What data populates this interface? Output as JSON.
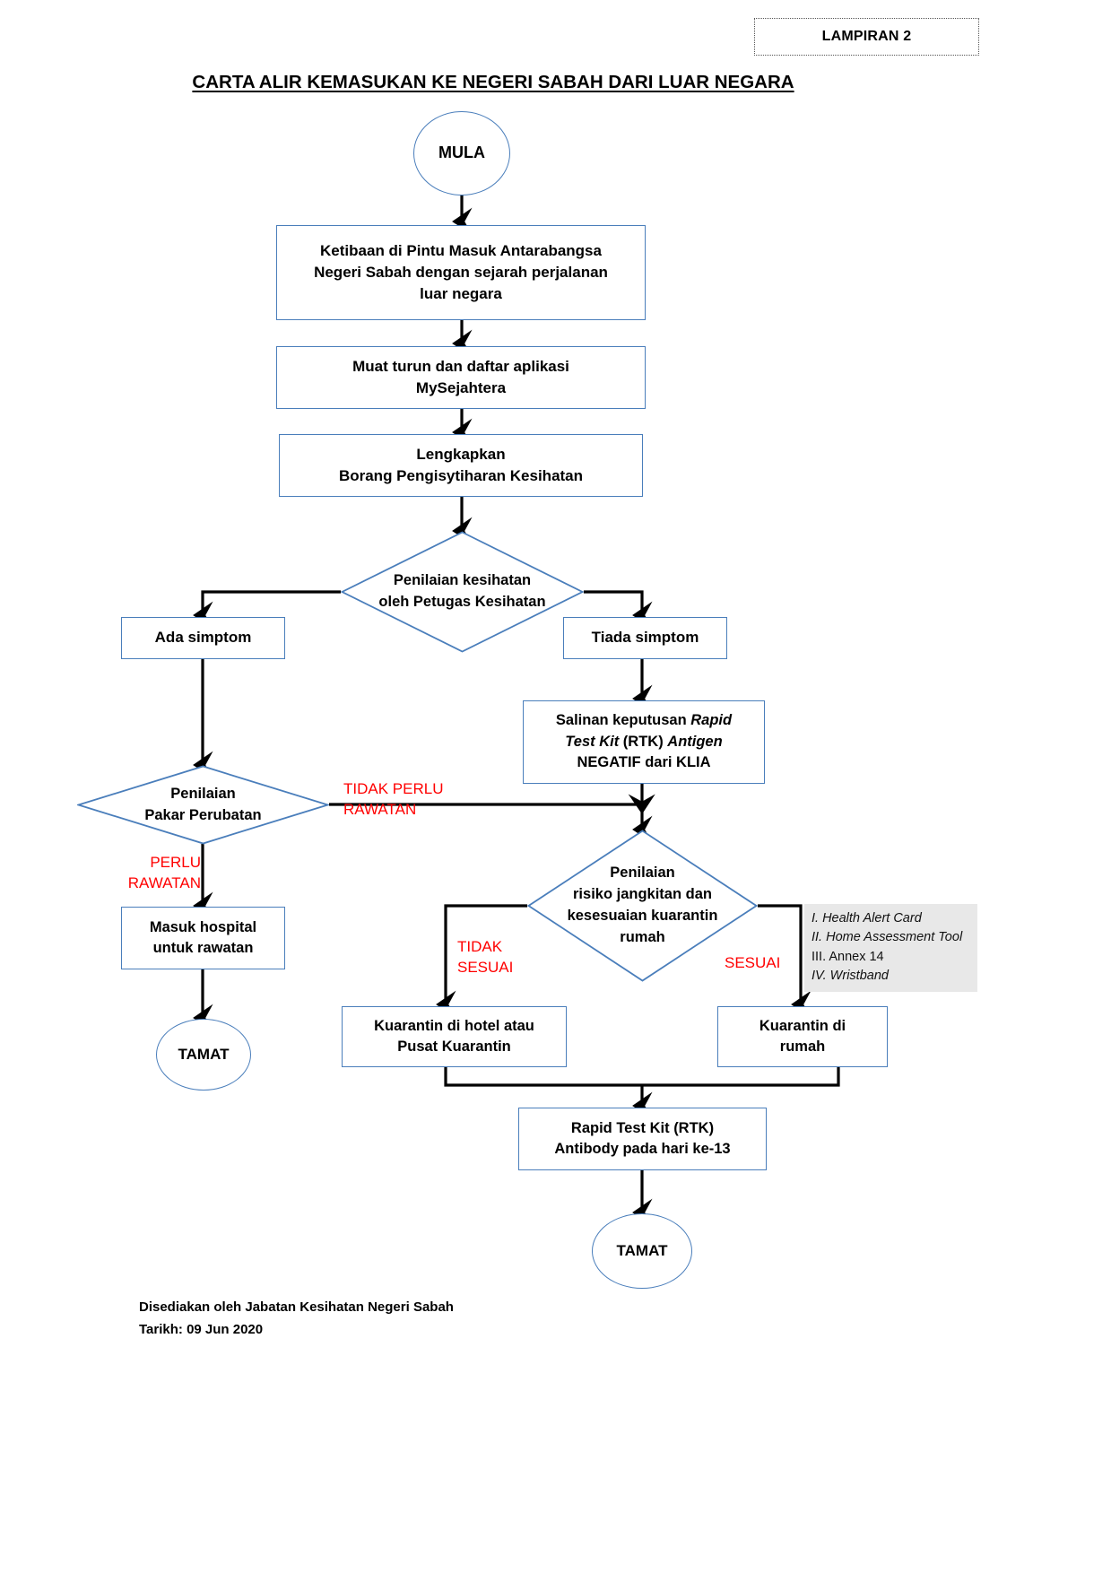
{
  "document": {
    "tag_label": "LAMPIRAN 2",
    "title": "CARTA ALIR KEMASUKAN KE NEGERI SABAH DARI LUAR NEGARA"
  },
  "flowchart": {
    "start_node": "MULA",
    "nodes": [
      {
        "id": "arrival",
        "label": "Ketibaan di Pintu Masuk Antarabangsa Negeri Sabah dengan sejarah perjalanan luar negara",
        "shape": "box"
      },
      {
        "id": "mysejahtera",
        "label": "Muat turun dan daftar aplikasi MySejahtera",
        "shape": "box"
      },
      {
        "id": "borang",
        "label": "Lengkapkan Borang Pengisytiharan Kesihatan",
        "shape": "box"
      },
      {
        "id": "penilaian-kesihatan",
        "label": "Penilaian kesihatan oleh Petugas Kesihatan",
        "shape": "diamond"
      },
      {
        "id": "ada-simptom",
        "label": "Ada simptom",
        "shape": "box"
      },
      {
        "id": "tiada-simptom",
        "label": "Tiada simptom",
        "shape": "box"
      },
      {
        "id": "rtk-antigen",
        "label": "Salinan keputusan Rapid Test Kit (RTK) Antigen NEGATIF dari KLIA",
        "shape": "box"
      },
      {
        "id": "penilaian-pakar",
        "label": "Penilaian Pakar Perubatan",
        "shape": "diamond"
      },
      {
        "id": "masuk-hospital",
        "label": "Masuk hospital untuk rawatan",
        "shape": "box"
      },
      {
        "id": "penilaian-risiko",
        "label": "Penilaian risiko jangkitan dan kesesuaian kuarantin rumah",
        "shape": "diamond"
      },
      {
        "id": "kuarantin-hotel",
        "label": "Kuarantin di hotel atau Pusat Kuarantin",
        "shape": "box"
      },
      {
        "id": "kuarantin-rumah",
        "label": "Kuarantin di rumah",
        "shape": "box"
      },
      {
        "id": "rtk-antibody",
        "label": "Rapid Test Kit (RTK) Antibody pada hari ke-13",
        "shape": "box"
      },
      {
        "id": "tamat-left",
        "label": "TAMAT",
        "shape": "circle"
      },
      {
        "id": "tamat-bottom",
        "label": "TAMAT",
        "shape": "circle"
      }
    ],
    "texts": {
      "mula": "MULA",
      "arrival_l1": "Ketibaan di Pintu Masuk Antarabangsa",
      "arrival_l2": "Negeri Sabah dengan sejarah perjalanan",
      "arrival_l3": "luar negara",
      "mysejahtera_l1": "Muat turun dan daftar aplikasi",
      "mysejahtera_l2": "MySejahtera",
      "borang_l1": "Lengkapkan",
      "borang_l2": "Borang Pengisytiharan Kesihatan",
      "penilaian_kesihatan_l1": "Penilaian kesihatan",
      "penilaian_kesihatan_l2": "oleh Petugas Kesihatan",
      "ada_simptom": "Ada simptom",
      "tiada_simptom": "Tiada simptom",
      "rtk_antigen_l1a": "Salinan keputusan ",
      "rtk_antigen_l1b": "Rapid",
      "rtk_antigen_l2a": "Test Kit",
      "rtk_antigen_l2b": " (RTK) ",
      "rtk_antigen_l2c": "Antigen",
      "rtk_antigen_l3": "NEGATIF dari KLIA",
      "penilaian_pakar_l1": "Penilaian",
      "penilaian_pakar_l2": "Pakar Perubatan",
      "masuk_hospital_l1": "Masuk hospital",
      "masuk_hospital_l2": "untuk rawatan",
      "penilaian_risiko_l1": "Penilaian",
      "penilaian_risiko_l2": "risiko jangkitan dan",
      "penilaian_risiko_l3": "kesesuaian kuarantin",
      "penilaian_risiko_l4": "rumah",
      "kuarantin_hotel_l1": "Kuarantin di hotel atau",
      "kuarantin_hotel_l2": "Pusat Kuarantin",
      "kuarantin_rumah_l1": "Kuarantin di",
      "kuarantin_rumah_l2": "rumah",
      "rtk_antibody_l1": "Rapid Test Kit (RTK)",
      "rtk_antibody_l2": "Antibody pada hari ke-13",
      "tamat_left": "TAMAT",
      "tamat_bottom": "TAMAT"
    },
    "edge_labels": {
      "tidak_perlu_rawatan": "TIDAK PERLU\nRAWATAN",
      "perlu_rawatan": "PERLU\nRAWATAN",
      "tidak_sesuai": "TIDAK\nSESUAI",
      "sesuai": "SESUAI"
    }
  },
  "annotation": {
    "items": [
      {
        "text": "I. Health Alert Card",
        "style": "italic"
      },
      {
        "text": "II. Home Assessment Tool",
        "style": "italic"
      },
      {
        "text": "III. Annex 14",
        "style": "normal"
      },
      {
        "text": "IV. Wristband",
        "style": "italic"
      }
    ]
  },
  "footer": {
    "prepared_by": "Disediakan oleh Jabatan Kesihatan Negeri Sabah",
    "date": "Tarikh: 09 Jun 2020"
  },
  "colors": {
    "shape_border": "#4a7ebb",
    "connector": "#000000",
    "edge_label": "#ff0000",
    "annotation_bg": "#e8e8e8"
  }
}
